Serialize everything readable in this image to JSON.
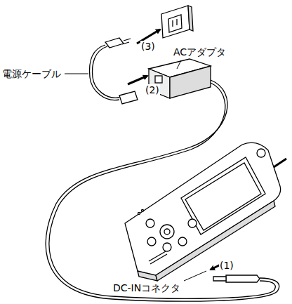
{
  "diagram": {
    "labels": [
      "電源ケーブル",
      "ACアダプタ",
      "(3)",
      "(2)",
      "(1)",
      "DC-INコネクタ"
    ]
  }
}
